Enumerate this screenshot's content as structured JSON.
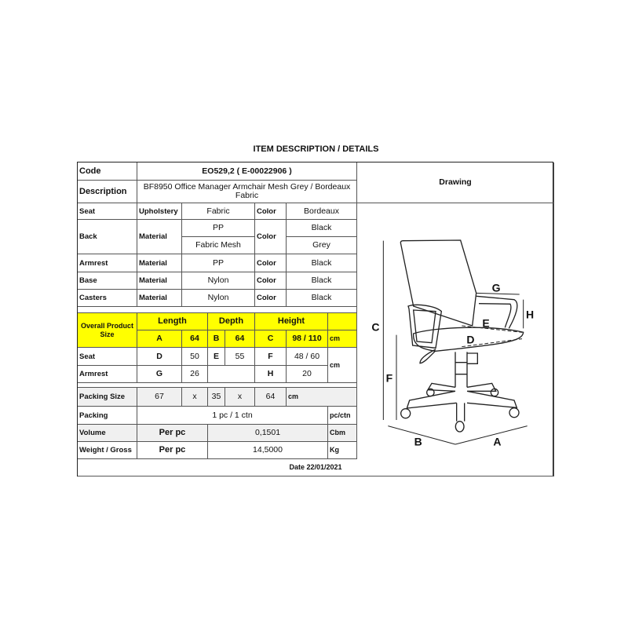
{
  "title": "ITEM DESCRIPTION / DETAILS",
  "code": {
    "label": "Code",
    "value": "EO529,2  ( E-00022906 )"
  },
  "description": {
    "label": "Description",
    "value": "BF8950 Office Manager Armchair Mesh Grey / Bordeaux Fabric"
  },
  "drawing_label": "Drawing",
  "components": [
    {
      "part": "Seat",
      "attr": "Upholstery",
      "material": "Fabric",
      "color_label": "Color",
      "color": "Bordeaux"
    },
    {
      "part": "Back",
      "attr": "Material",
      "material": "PP",
      "material2": "Fabric Mesh",
      "color_label": "Color",
      "color": "Black",
      "color2": "Grey"
    },
    {
      "part": "Armrest",
      "attr": "Material",
      "material": "PP",
      "color_label": "Color",
      "color": "Black"
    },
    {
      "part": "Base",
      "attr": "Material",
      "material": "Nylon",
      "color_label": "Color",
      "color": "Black"
    },
    {
      "part": "Casters",
      "attr": "Material",
      "material": "Nylon",
      "color_label": "Color",
      "color": "Black"
    }
  ],
  "size": {
    "label": "Overall Product Size",
    "length": "Length",
    "depth": "Depth",
    "height": "Height",
    "a": "A",
    "a_val": "64",
    "b": "B",
    "b_val": "64",
    "c": "C",
    "c_val": "98 / 110",
    "unit": "cm"
  },
  "seat": {
    "label": "Seat",
    "d": "D",
    "d_val": "50",
    "e": "E",
    "e_val": "55",
    "f": "F",
    "f_val": "48 / 60"
  },
  "armrest": {
    "label": "Armrest",
    "g": "G",
    "g_val": "26",
    "h": "H",
    "h_val": "20",
    "unit": "cm"
  },
  "packing_size": {
    "label": "Packing Size",
    "l": "67",
    "x1": "x",
    "w": "35",
    "x2": "x",
    "h": "64",
    "unit": "cm"
  },
  "packing": {
    "label": "Packing",
    "value": "1 pc / 1 ctn",
    "unit": "pc/ctn"
  },
  "volume": {
    "label": "Volume",
    "per": "Per pc",
    "value": "0,1501",
    "unit": "Cbm"
  },
  "weight": {
    "label": "Weight / Gross",
    "per": "Per pc",
    "value": "14,5000",
    "unit": "Kg"
  },
  "date": "Date 22/01/2021",
  "drawing_labels": {
    "a": "A",
    "b": "B",
    "c": "C",
    "d": "D",
    "e": "E",
    "f": "F",
    "g": "G",
    "h": "H"
  }
}
